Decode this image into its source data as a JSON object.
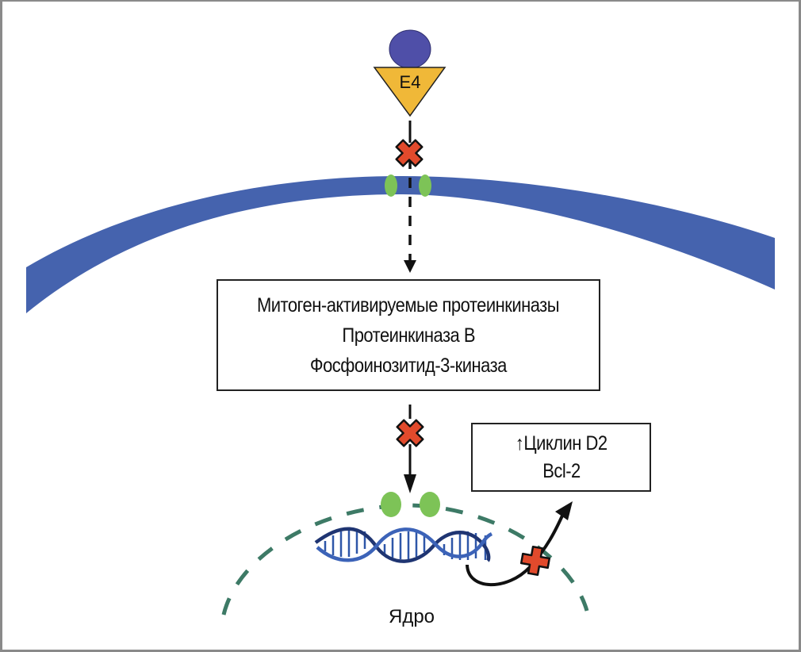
{
  "figure": {
    "ligand": {
      "label": "E4",
      "circle_color": "#4f4fa8",
      "triangle_color": "#f0b838"
    },
    "membrane_color": "#4563ae",
    "receptor_color": "#7dc357",
    "block_marker_color": "#e14a2c",
    "nuclear_envelope_color": "#3d7a66",
    "kinase_box": {
      "lines": [
        "Митоген-активируемые протеинкиназы",
        "Протеинкиназа В",
        "Фосфоинозитид-3-киназа"
      ]
    },
    "gene_products_box": {
      "lines": [
        "↑Циклин D2",
        "Bcl-2"
      ]
    },
    "nucleus_label": "Ядро"
  }
}
